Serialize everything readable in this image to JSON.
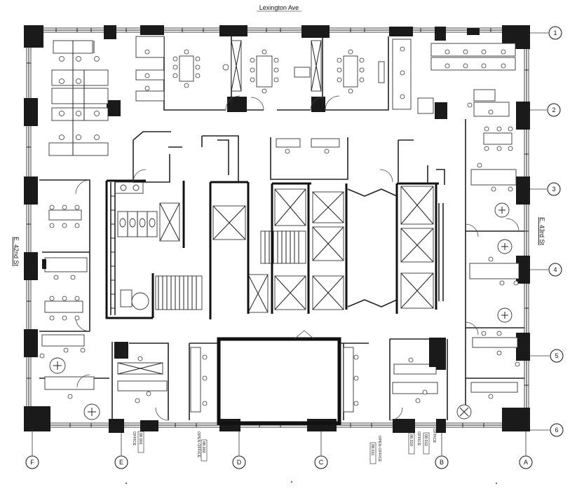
{
  "streets": {
    "north": "Lexington Ave",
    "west": "E. 42nd St",
    "east": "E. 43rd St"
  },
  "grid_rows": [
    "1",
    "2",
    "3",
    "4",
    "5",
    "6"
  ],
  "grid_columns": [
    "F",
    "E",
    "D",
    "C",
    "B",
    "A"
  ],
  "column_labels": {
    "office_e": "OFFICE",
    "office_e_num": "08.001",
    "open_office_1": "OPEN OFFICE",
    "open_office_1_num": "08.002",
    "open_office_2": "OPEN OFFICE",
    "open_office_2_num": "08.011",
    "office_b1": "OFFICE",
    "office_b1_num": "08.010",
    "office_b2": "OFFICE",
    "office_b2_num": "08.012"
  }
}
